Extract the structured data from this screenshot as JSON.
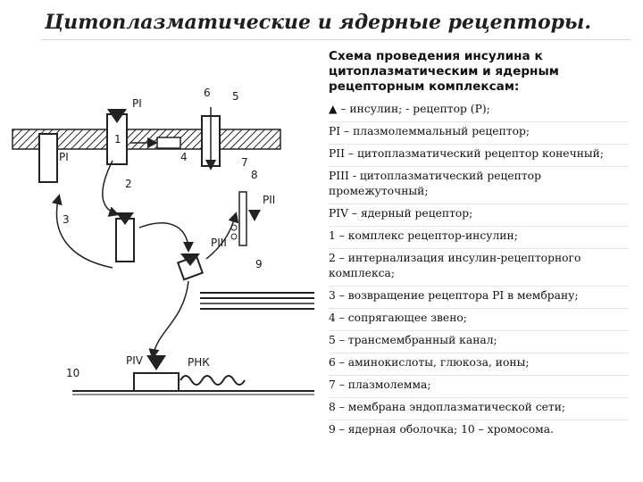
{
  "title": "Цитоплазматические и ядерные рецепторы.",
  "heading": "Схема проведения инсулина к цитоплазматическим и ядерным рецепторным комплексам:",
  "legend_items": [
    "▲ – инсулин;  - рецептор (Р);",
    "PI – плазмолеммальный рецептор;",
    " PII – цитоплазматический рецептор конечный;",
    " PIII - цитоплазматический рецептор промежуточный;",
    " PIV – ядерный рецептор;",
    "1 – комплекс рецептор-инсулин;",
    " 2 – интернализация инсулин-рецепторного комплекса;",
    "3 – возвращение рецептора PI в мембрану;",
    " 4 – сопрягающее звено;",
    "5 – трансмембранный канал;",
    " 6 – аминокислоты, глюкоза, ионы;",
    " 7 – плазмолемма;",
    " 8 – мембрана эндоплазматической сети;",
    " 9 – ядерная оболочка; 10 – хромосома."
  ],
  "diagram_labels": {
    "pi_top": "PI",
    "n6": "6",
    "n5": "5",
    "n1": "1",
    "pi_left": "PI",
    "n4": "4",
    "n7": "7",
    "n8": "8",
    "n2": "2",
    "pii": "PII",
    "n3": "3",
    "piii": "PIII",
    "n9": "9",
    "piv": "PIV",
    "rnk": "РНК",
    "n10": "10"
  }
}
